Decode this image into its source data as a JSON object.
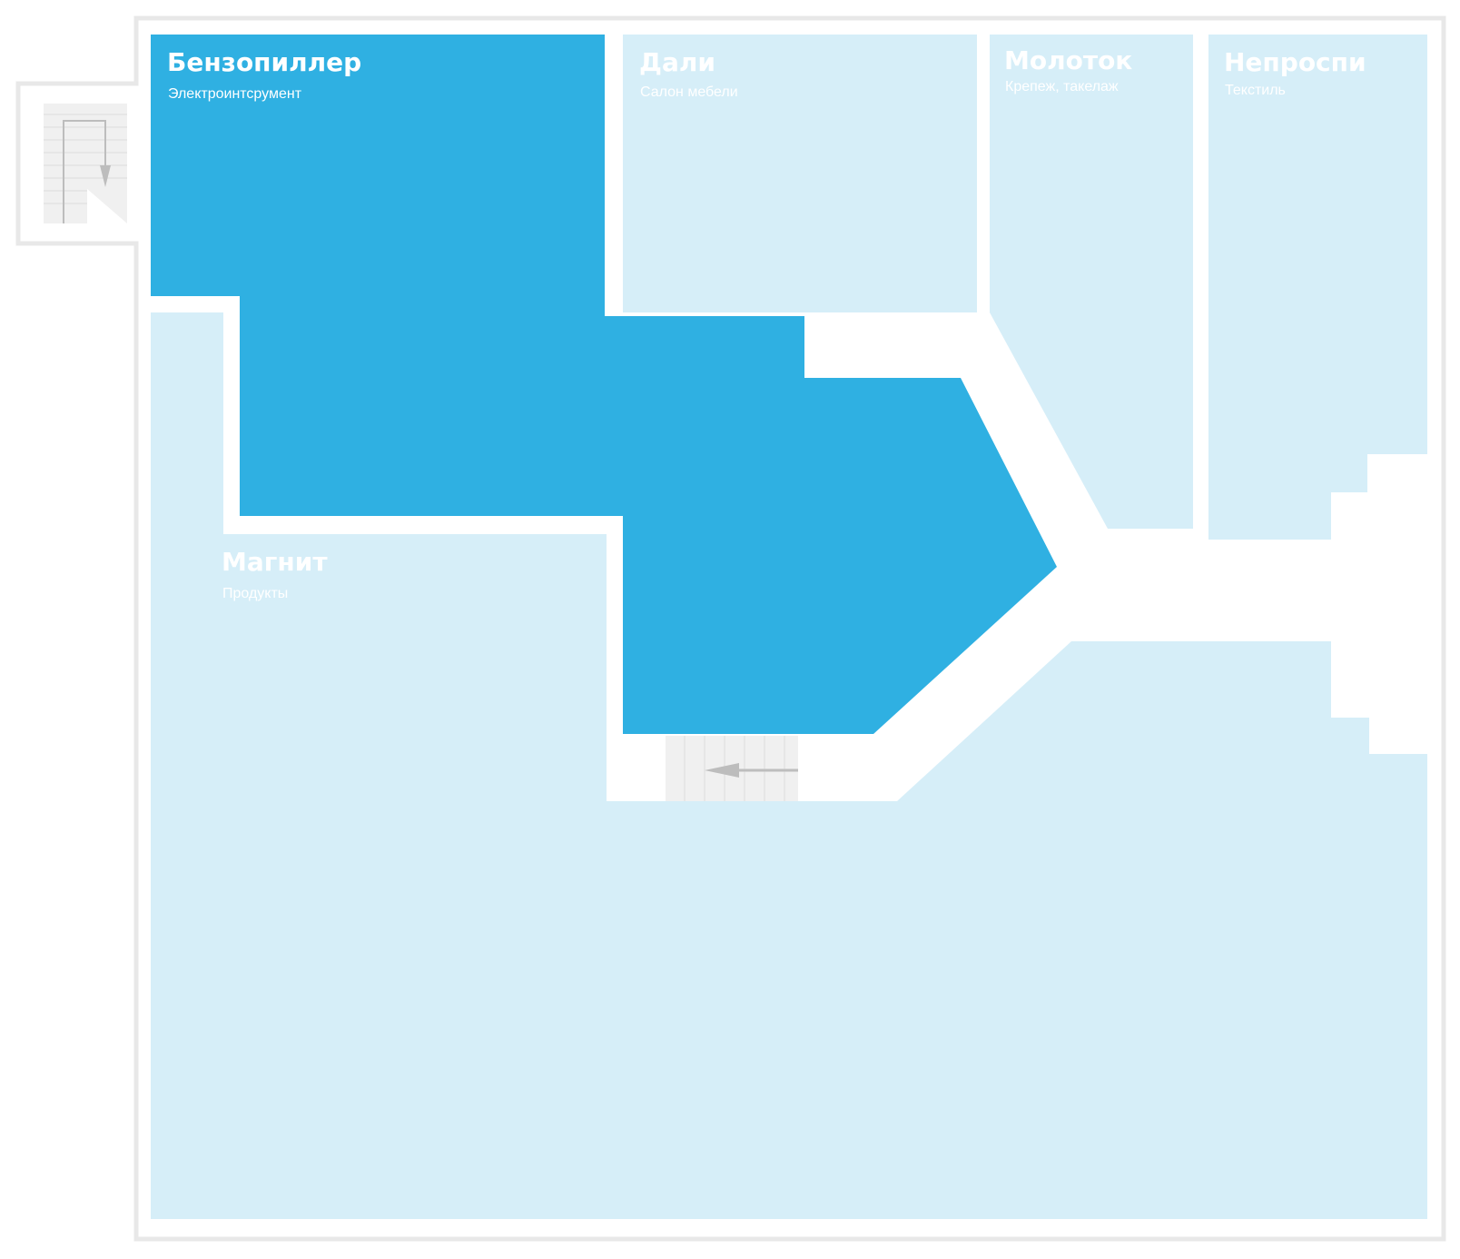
{
  "colors": {
    "highlight": "#2FB0E2",
    "store": "#D6EEF8",
    "outline": "#E8E8E8",
    "text_on_light": "#FFFFFF",
    "text_on_highlight": "#FFFFFF",
    "stair": "#F0F0F0",
    "stair_arrow": "#BDBDBD"
  },
  "stores": [
    {
      "id": "benzopiller",
      "name": "Бензопиллер",
      "category": "Электроинтсрумент",
      "highlighted": true
    },
    {
      "id": "dali",
      "name": "Дали",
      "category": "Салон мебели",
      "highlighted": false
    },
    {
      "id": "molotok",
      "name": "Молоток",
      "category": "Крепеж, такелаж",
      "highlighted": false
    },
    {
      "id": "neprospi",
      "name": "Непроспи",
      "category": "Текстиль",
      "highlighted": false
    },
    {
      "id": "magnit",
      "name": "Магнит",
      "category": "Продукты",
      "highlighted": false
    }
  ],
  "icons": {
    "staircase_top": "staircase-down-icon",
    "staircase_bottom": "staircase-left-icon"
  }
}
